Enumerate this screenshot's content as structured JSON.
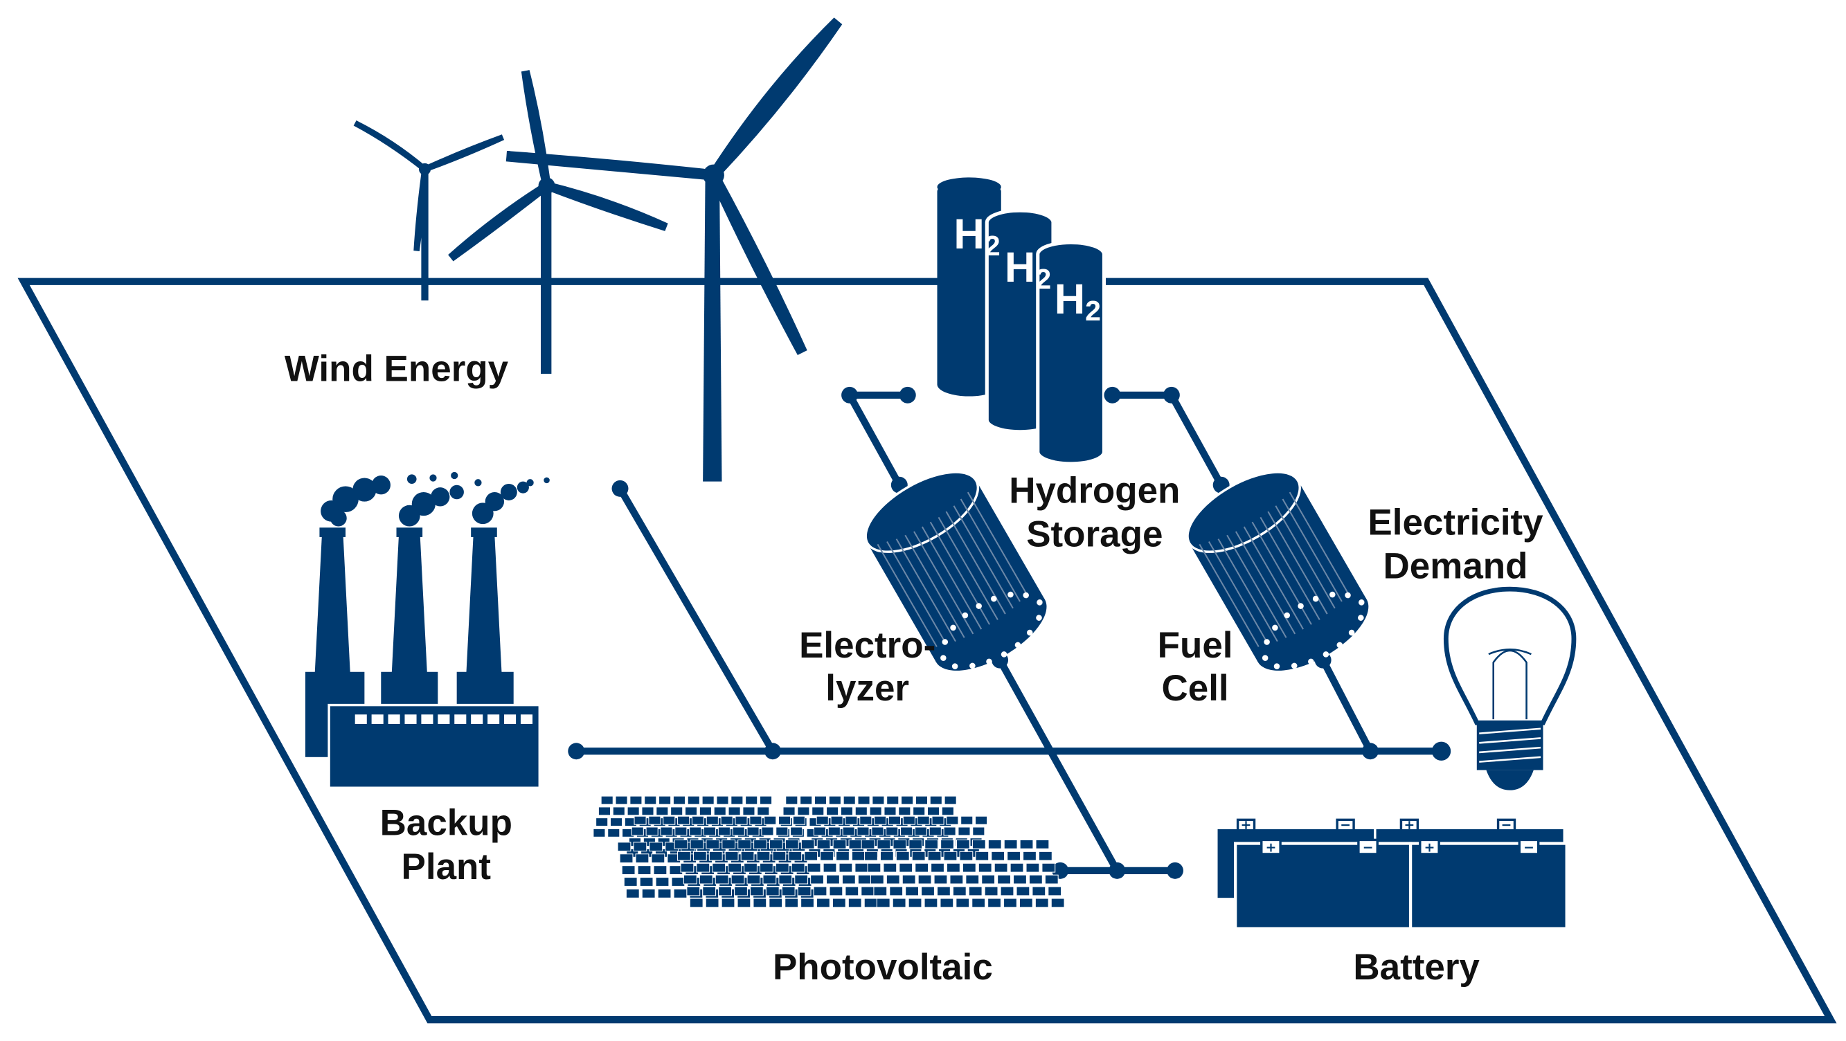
{
  "labels": {
    "wind": "Wind Energy",
    "hydrogen": [
      "Hydrogen",
      "Storage"
    ],
    "electrolyzer": [
      "Electro-",
      "lyzer"
    ],
    "fuel_cell": [
      "Fuel",
      "Cell"
    ],
    "demand": [
      "Electricity",
      "Demand"
    ],
    "backup": [
      "Backup",
      "Plant"
    ],
    "pv": "Photovoltaic",
    "battery": "Battery"
  },
  "tank_label": {
    "element": "H",
    "subscript": "2"
  },
  "battery_terminals": {
    "positive": "+",
    "negative": "−"
  },
  "colors": {
    "primary": "#003a70",
    "text": "#111111",
    "background": "#ffffff"
  },
  "icons": [
    "wind-turbine-icon",
    "hydrogen-tank-icon",
    "electrolyzer-icon",
    "fuel-cell-icon",
    "light-bulb-icon",
    "factory-icon",
    "solar-panel-icon",
    "battery-icon"
  ]
}
